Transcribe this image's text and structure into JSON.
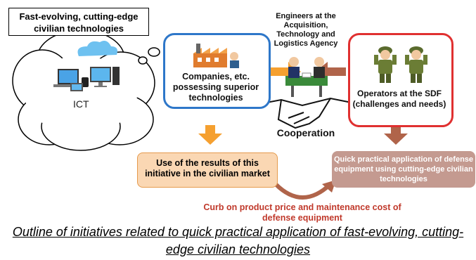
{
  "bubble": {
    "title": "Fast-evolving, cutting-edge civilian technologies",
    "ict_label": "ICT"
  },
  "companies": {
    "label": "Companies, etc. possessing superior technologies"
  },
  "engineers": {
    "label": "Engineers at the Acquisition, Technology and Logistics Agency"
  },
  "operators": {
    "label": "Operators at the SDF (challenges and needs)"
  },
  "cooperation_label": "Cooperation",
  "results": {
    "civilian": "Use of the results of this initiative in the civilian market",
    "defense": "Quick practical application of defense equipment using cutting-edge civilian technologies"
  },
  "curb_label": "Curb on product price and maintenance cost of defense equipment",
  "caption": "Outline of initiatives related to quick practical application of fast-evolving, cutting-edge civilian technologies",
  "colors": {
    "blue_border": "#2e77c9",
    "red_border": "#e03030",
    "orange_arrow": "#f5a030",
    "brown_arrow": "#b0644a",
    "left_result_bg": "#fad7b3",
    "right_result_bg": "#c49a90",
    "curb_text": "#c0392b"
  }
}
